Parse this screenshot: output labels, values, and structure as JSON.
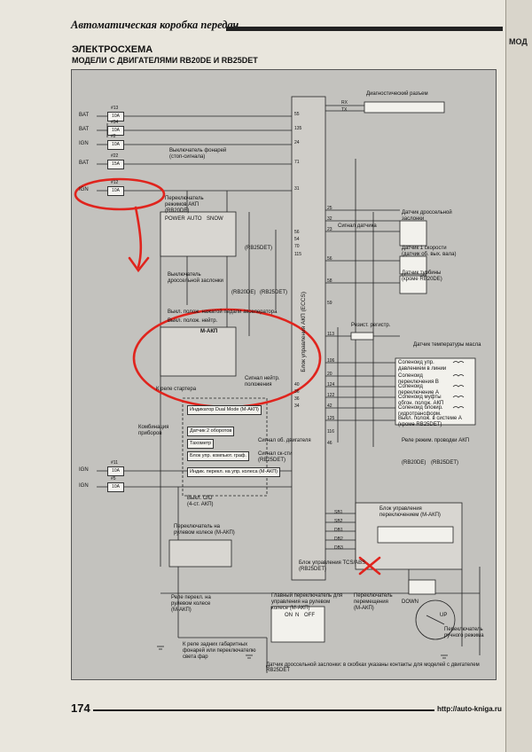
{
  "header": {
    "title": "Автоматическая коробка передач",
    "section": "ЭЛЕКТРОСХЕМА",
    "subtitle": "МОДЕЛИ С ДВИГАТЕЛЯМИ RB20DE И RB25DET",
    "right_page_fragment": "МОД"
  },
  "diagram": {
    "power_sources": [
      "BAT",
      "BAT",
      "IGN",
      "BAT",
      "IGN",
      "IGN",
      "IGN"
    ],
    "fuses": [
      {
        "num": "#13",
        "amp": "10A"
      },
      {
        "num": "#34",
        "amp": "10A"
      },
      {
        "num": "#2",
        "amp": "10A"
      },
      {
        "num": "#22",
        "amp": "15A"
      },
      {
        "num": "#12",
        "amp": "10A"
      },
      {
        "num": "#11",
        "amp": "10A"
      },
      {
        "num": "#5",
        "amp": "10A"
      }
    ],
    "center_unit_label": "Блок управления АКП (ECCS)",
    "center_pins_left": [
      "55",
      "135",
      "24",
      "71",
      "31",
      "56",
      "54",
      "70",
      "115"
    ],
    "center_pins_right": [
      "25",
      "32",
      "23",
      "56",
      "58",
      "59",
      "113",
      "106",
      "20",
      "124",
      "122",
      "42",
      "125",
      "116",
      "46"
    ],
    "center_pins_bottom": [
      "40",
      "36",
      "36",
      "34"
    ],
    "labels": {
      "diag_connector": "Диагностический разъем",
      "rx": "RX",
      "tx": "TX",
      "brake_switch": "Выключатель фонарей\n(стоп-сигнала)",
      "mode_switch": "Переключатель\nрежимов АКП\n(RB20DE)",
      "mode_switch_buttons": [
        "POWER",
        "AUTO",
        "SNOW"
      ],
      "throttle_switch": "Выключатель\nдроссельной заслонки",
      "throttle_variants": [
        "(RB20DE)",
        "(RB25DET)"
      ],
      "idle_switch": "Выкл. полож. нажатой педали акселератора",
      "neutral_switch": "Выкл. полож. нейтр.",
      "rb25det_note": "(RB25DET)",
      "m_akp": "М-АКП",
      "to_starter": "К реле стартера",
      "neutral_signal": "Сигнал нейтр.\nположения",
      "dual_mode_indicator": "Индикатор Dual Mode\n(М-АКП)",
      "instrument_cluster": "Комбинация\nприборов",
      "engine_speed_sensor": "Датчик 2 оборотов",
      "tachometer": "Тахометр",
      "ctrl_unit_speed": "Блок упр. компьют. граф.",
      "engine_speed_signal": "Сигнал об. двигателя",
      "speed_signal": "Сигнал ск-сти\n(RB25DET)",
      "overdrive_indicator": "Индик. перекл. на\nупр. колеса (М-АКП)",
      "od_switch": "Выкл. O/D\n(4-ст. АКП)",
      "wheel_shift_switch": "Переключатель на\nрулевом колесе (М-АКП)",
      "wheel_relay": "Реле перекл. на\nрулевом колесе\n(М-АКП)",
      "main_switch": "Главный переключатель для\nуправления на рулевом\nколесе (М-АКП)",
      "main_switch_states": [
        "ON",
        "N",
        "OFF"
      ],
      "shift_lever_switch": "Переключатель\nперемещения\n(М-АКП)",
      "to_parking_relay": "К реле задних габаритных\nфонарей или переключателю\nсвета фар",
      "manual_mode_switch": "Переключатель\nручного режима",
      "mt_ctrl_unit": "Блок управления\nпереключением (М-АКП)",
      "tcs_abs": "Блок управления TCS/ABS\n(RB25DET)",
      "throttle_sensor": "Датчик дроссельной\nзаслонки",
      "sensor_signal": "Сигнал датчика",
      "speed_sensor_1": "Датчик 1 скорости\n(датчик об. вых. вала)",
      "turbine_sensor": "Датчик турбины\n(кроме RB20DE)",
      "oil_temp_sensor": "Датчик температуры масла",
      "pressure_solenoid": "Соленоид упр.\nдавлением в линии",
      "solenoid_b": "Соленоид\nпереключения B",
      "solenoid_a": "Соленоид\nпереключение A",
      "coupling_solenoid": "Соленоид муфты\nобгон. полож. АКП",
      "lockup_solenoid": "Соленоид блокир.\nгидротрансформ.",
      "neutral_pos_switch": "Выкл. полож. в системе А\n(кроме RB25DET)",
      "resistor": "Резист. регистр.",
      "relay_mode": "Реле режим. проводки АКП",
      "downshift": "DOWN",
      "upshift": "UP",
      "mt_pins": [
        "SB1",
        "SB2",
        "DB1",
        "DB2",
        "DB3"
      ],
      "variants_bottom": [
        "(RB20DE)",
        "(RB25DET)"
      ]
    },
    "annotations": {
      "red_marks": [
        "circle-ign-fuse",
        "arrow",
        "circle-m-akp",
        "cross"
      ]
    },
    "footnote": "Датчик дроссельной заслонки: в скобках указаны контакты для моделей с двигателем RB25DET"
  },
  "footer": {
    "page_number": "174",
    "url": "http://auto-kniga.ru"
  }
}
